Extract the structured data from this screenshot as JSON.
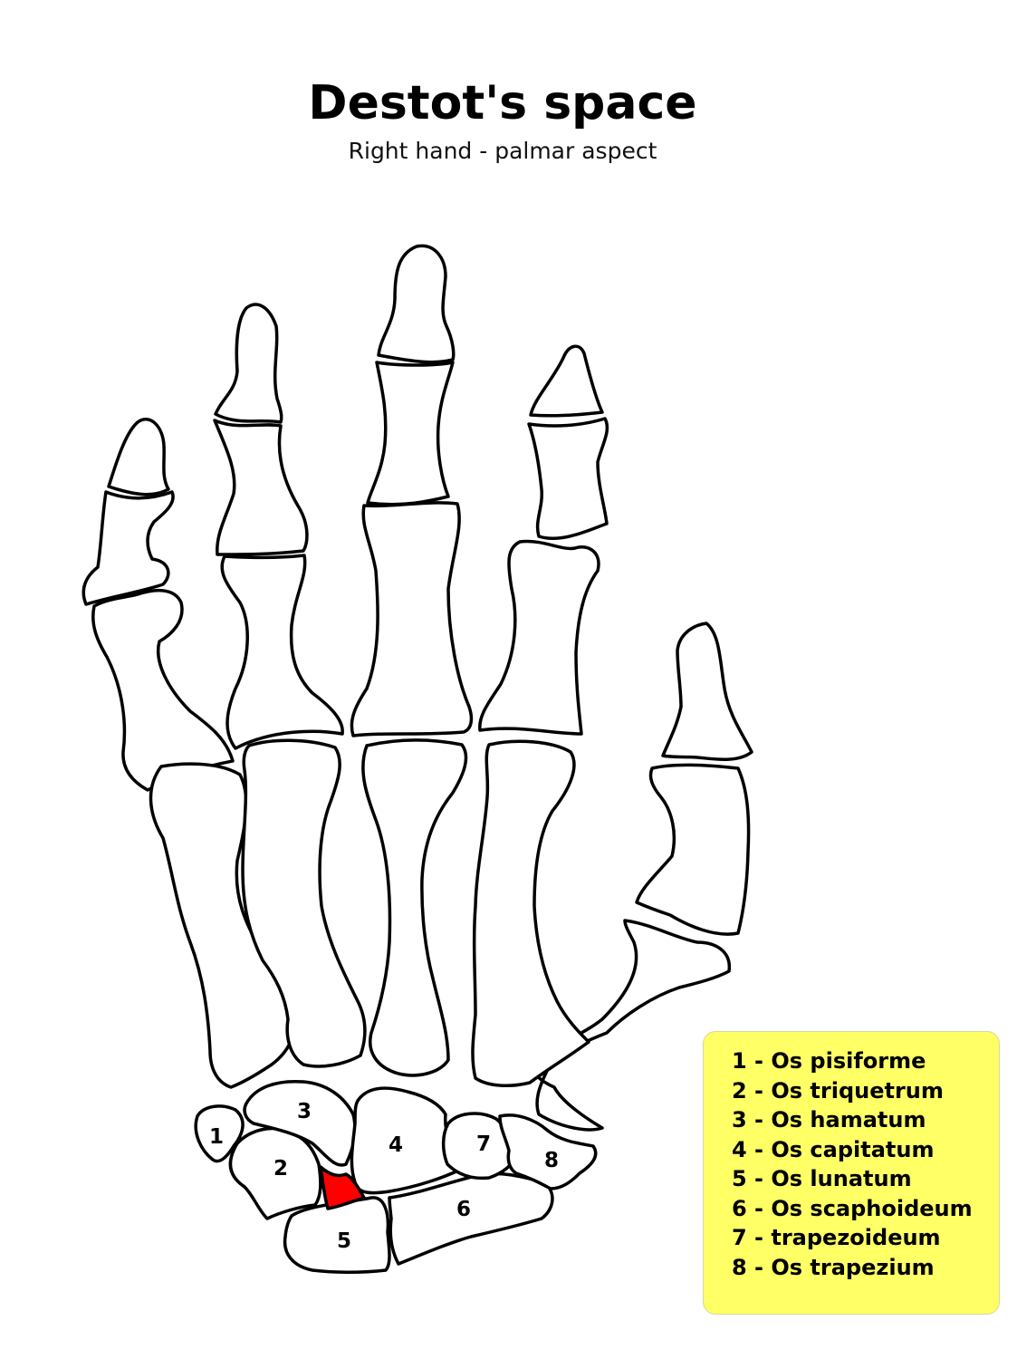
{
  "title": "Destot's space",
  "subtitle": "Right hand - palmar aspect",
  "highlight_color": "#ff0000",
  "legend_color": "#ffff66",
  "bone_labels": [
    "1",
    "2",
    "3",
    "4",
    "5",
    "6",
    "7",
    "8"
  ],
  "legend": [
    "1 - Os pisiforme",
    "2 - Os triquetrum",
    "3 - Os hamatum",
    "4 - Os capitatum",
    "5 - Os lunatum",
    "6 - Os scaphoideum",
    "7 - trapezoideum",
    "8 - Os trapezium"
  ]
}
